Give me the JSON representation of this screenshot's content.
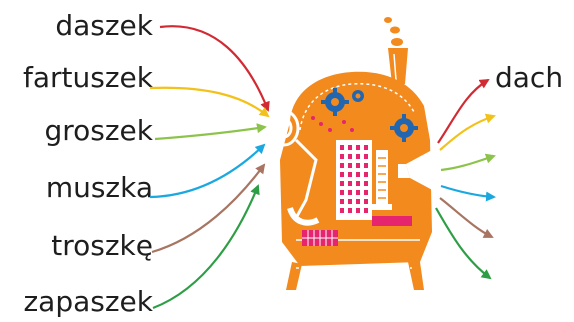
{
  "left_words": [
    {
      "text": "daszek",
      "color": "#d22a33"
    },
    {
      "text": "fartuszek",
      "color": "#f2c21a"
    },
    {
      "text": "groszek",
      "color": "#8cc34a"
    },
    {
      "text": "muszka",
      "color": "#1ba8e0"
    },
    {
      "text": "troszkę",
      "color": "#a87562"
    },
    {
      "text": "zapaszek",
      "color": "#2e9e46"
    }
  ],
  "right_word": {
    "text": "dach",
    "color": "#d22a33"
  },
  "right_arrow_colors": [
    "#d22a33",
    "#f2c21a",
    "#8cc34a",
    "#1ba8e0",
    "#a87562",
    "#2e9e46"
  ],
  "illustration": {
    "name": "retro robot-like house made of bricks and gears",
    "body_color": "#f28a1d",
    "accent_pink": "#e5266f",
    "accent_blue": "#2266b0",
    "outline_color": "#ffffff"
  }
}
